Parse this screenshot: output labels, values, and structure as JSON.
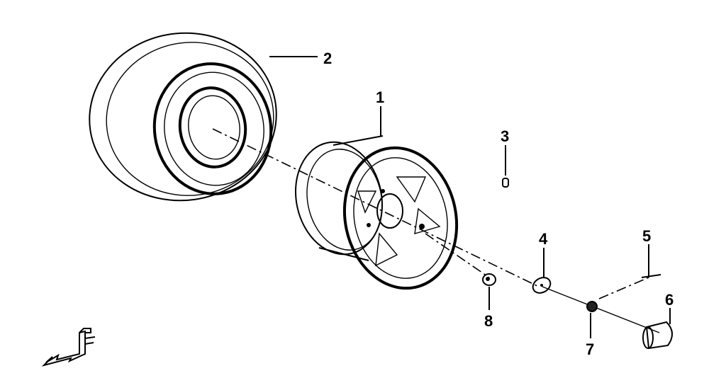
{
  "diagram": {
    "callouts": [
      {
        "number": "1",
        "part": "wheel-rim"
      },
      {
        "number": "2",
        "part": "tire"
      },
      {
        "number": "3",
        "part": "valve"
      },
      {
        "number": "4",
        "part": "washer"
      },
      {
        "number": "5",
        "part": "cotter-pin"
      },
      {
        "number": "6",
        "part": "hub-cap"
      },
      {
        "number": "7",
        "part": "castle-nut"
      },
      {
        "number": "8",
        "part": "lug-nut"
      }
    ],
    "direction_indicator": "F"
  }
}
